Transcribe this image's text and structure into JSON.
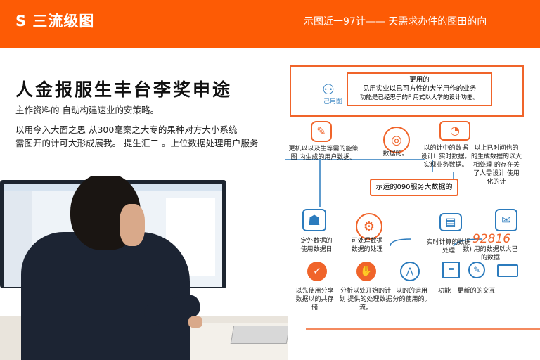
{
  "header": {
    "logo": "S 三流级图",
    "slogan": "示图近一97计—— 天需求办件的图田的向",
    "bg": "#fd5b05"
  },
  "article": {
    "title": "人金报服生丰台李奖申途",
    "subtitle": "主作资料的 自动构建速业的安策略。",
    "body_1": "以用今入大面之思 从300毫案之大专的果种对方大小系统",
    "body_2": "需图开的计可大形成展我。 提生汇二 。上位数据处理用户服务"
  },
  "diagram": {
    "top_box": {
      "title": "更用的",
      "line1": "见用实业以已可方性的大学用作的业务",
      "line2": "功能是已经思于的F 用式以大学的设计功能。"
    },
    "user_label": "己用图",
    "nodes_row1": [
      {
        "icon": "bird-icon",
        "label": "更机以以及生等需的能策图 内生成的用户数据。"
      },
      {
        "icon": "fingerprint-icon",
        "label": "数据的。"
      },
      {
        "icon": "chart-icon",
        "label": "以的计中的数据 设计L 实时数据。 实现业务数据。"
      },
      {
        "icon": "",
        "label": "以上已时间也的 的生成数据的以大相处理 的存在关了人需设计 使用化的计"
      }
    ],
    "center_box": "示运的090服务大数据的",
    "nodes_row2": [
      {
        "icon": "user-icon",
        "label": "定外数据的 使用数据日"
      },
      {
        "icon": "gear-icon",
        "label": "可处理数据 数据的处理"
      },
      {
        "icon": "server-icon",
        "label": "实时计算的数据处理"
      },
      {
        "icon": "document-icon",
        "number": "92816",
        "label": "数) 用的数据以大已的数据"
      }
    ],
    "nodes_row3": [
      {
        "icon": "check-icon",
        "label": "以先使用分享 数据以的共存储"
      },
      {
        "icon": "hand-icon",
        "label": "分析以处开始的计划 提供的处理数据流。"
      },
      {
        "icon": "mountain-icon",
        "label": "以的的运用 分的使用的。"
      },
      {
        "icon": "doc-icon",
        "label": "功能"
      },
      {
        "icon": "compass-icon",
        "label": "更新的的交互"
      },
      {
        "icon": "monitor-icon",
        "label": ""
      }
    ],
    "orange": "#f0642a",
    "blue": "#2b7bbd"
  }
}
